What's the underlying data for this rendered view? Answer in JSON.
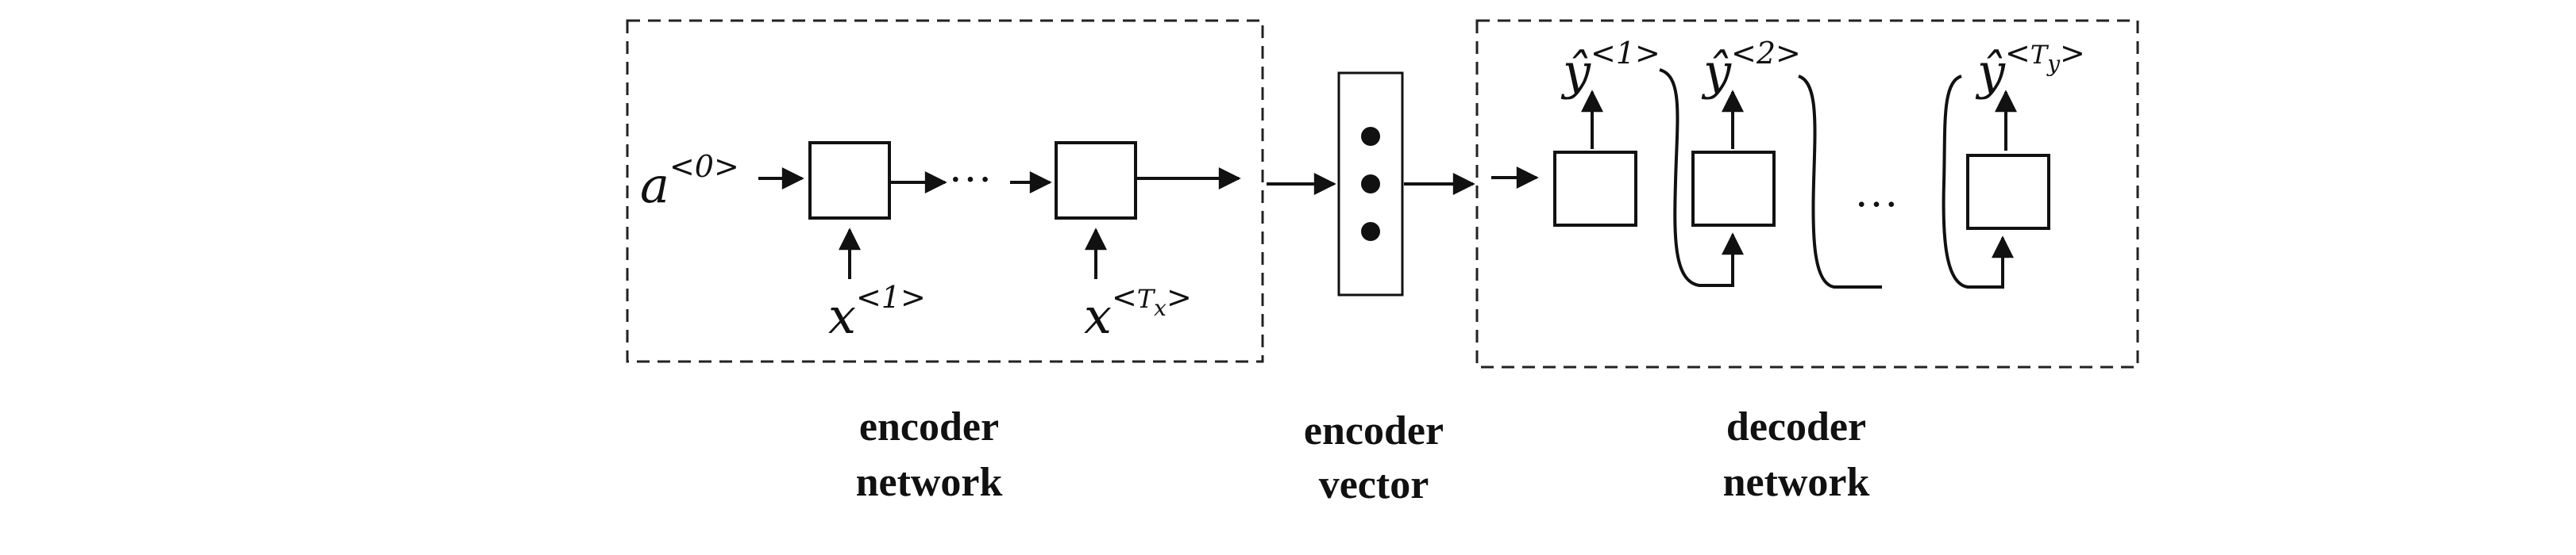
{
  "encoder": {
    "input_state": {
      "base": "a",
      "sup": "<0>"
    },
    "x_first": {
      "base": "x",
      "sup": "<1>"
    },
    "x_last": {
      "base": "x",
      "sup_open": "<",
      "sup_T": "T",
      "sup_sub": "x",
      "sup_close": ">"
    },
    "ellipsis": "···",
    "caption_line1": "encoder",
    "caption_line2": "network"
  },
  "vector": {
    "caption_line1": "encoder",
    "caption_line2": "vector"
  },
  "decoder": {
    "y_first": {
      "base": "ŷ",
      "sup": "<1>"
    },
    "y_second": {
      "base": "ŷ",
      "sup": "<2>"
    },
    "y_last": {
      "base": "ŷ",
      "sup_open": "<",
      "sup_T": "T",
      "sup_sub": "y",
      "sup_close": ">"
    },
    "ellipsis": "…",
    "caption_line1": "decoder",
    "caption_line2": "network"
  },
  "colors": {
    "stroke": "#111111",
    "background": "#ffffff"
  }
}
